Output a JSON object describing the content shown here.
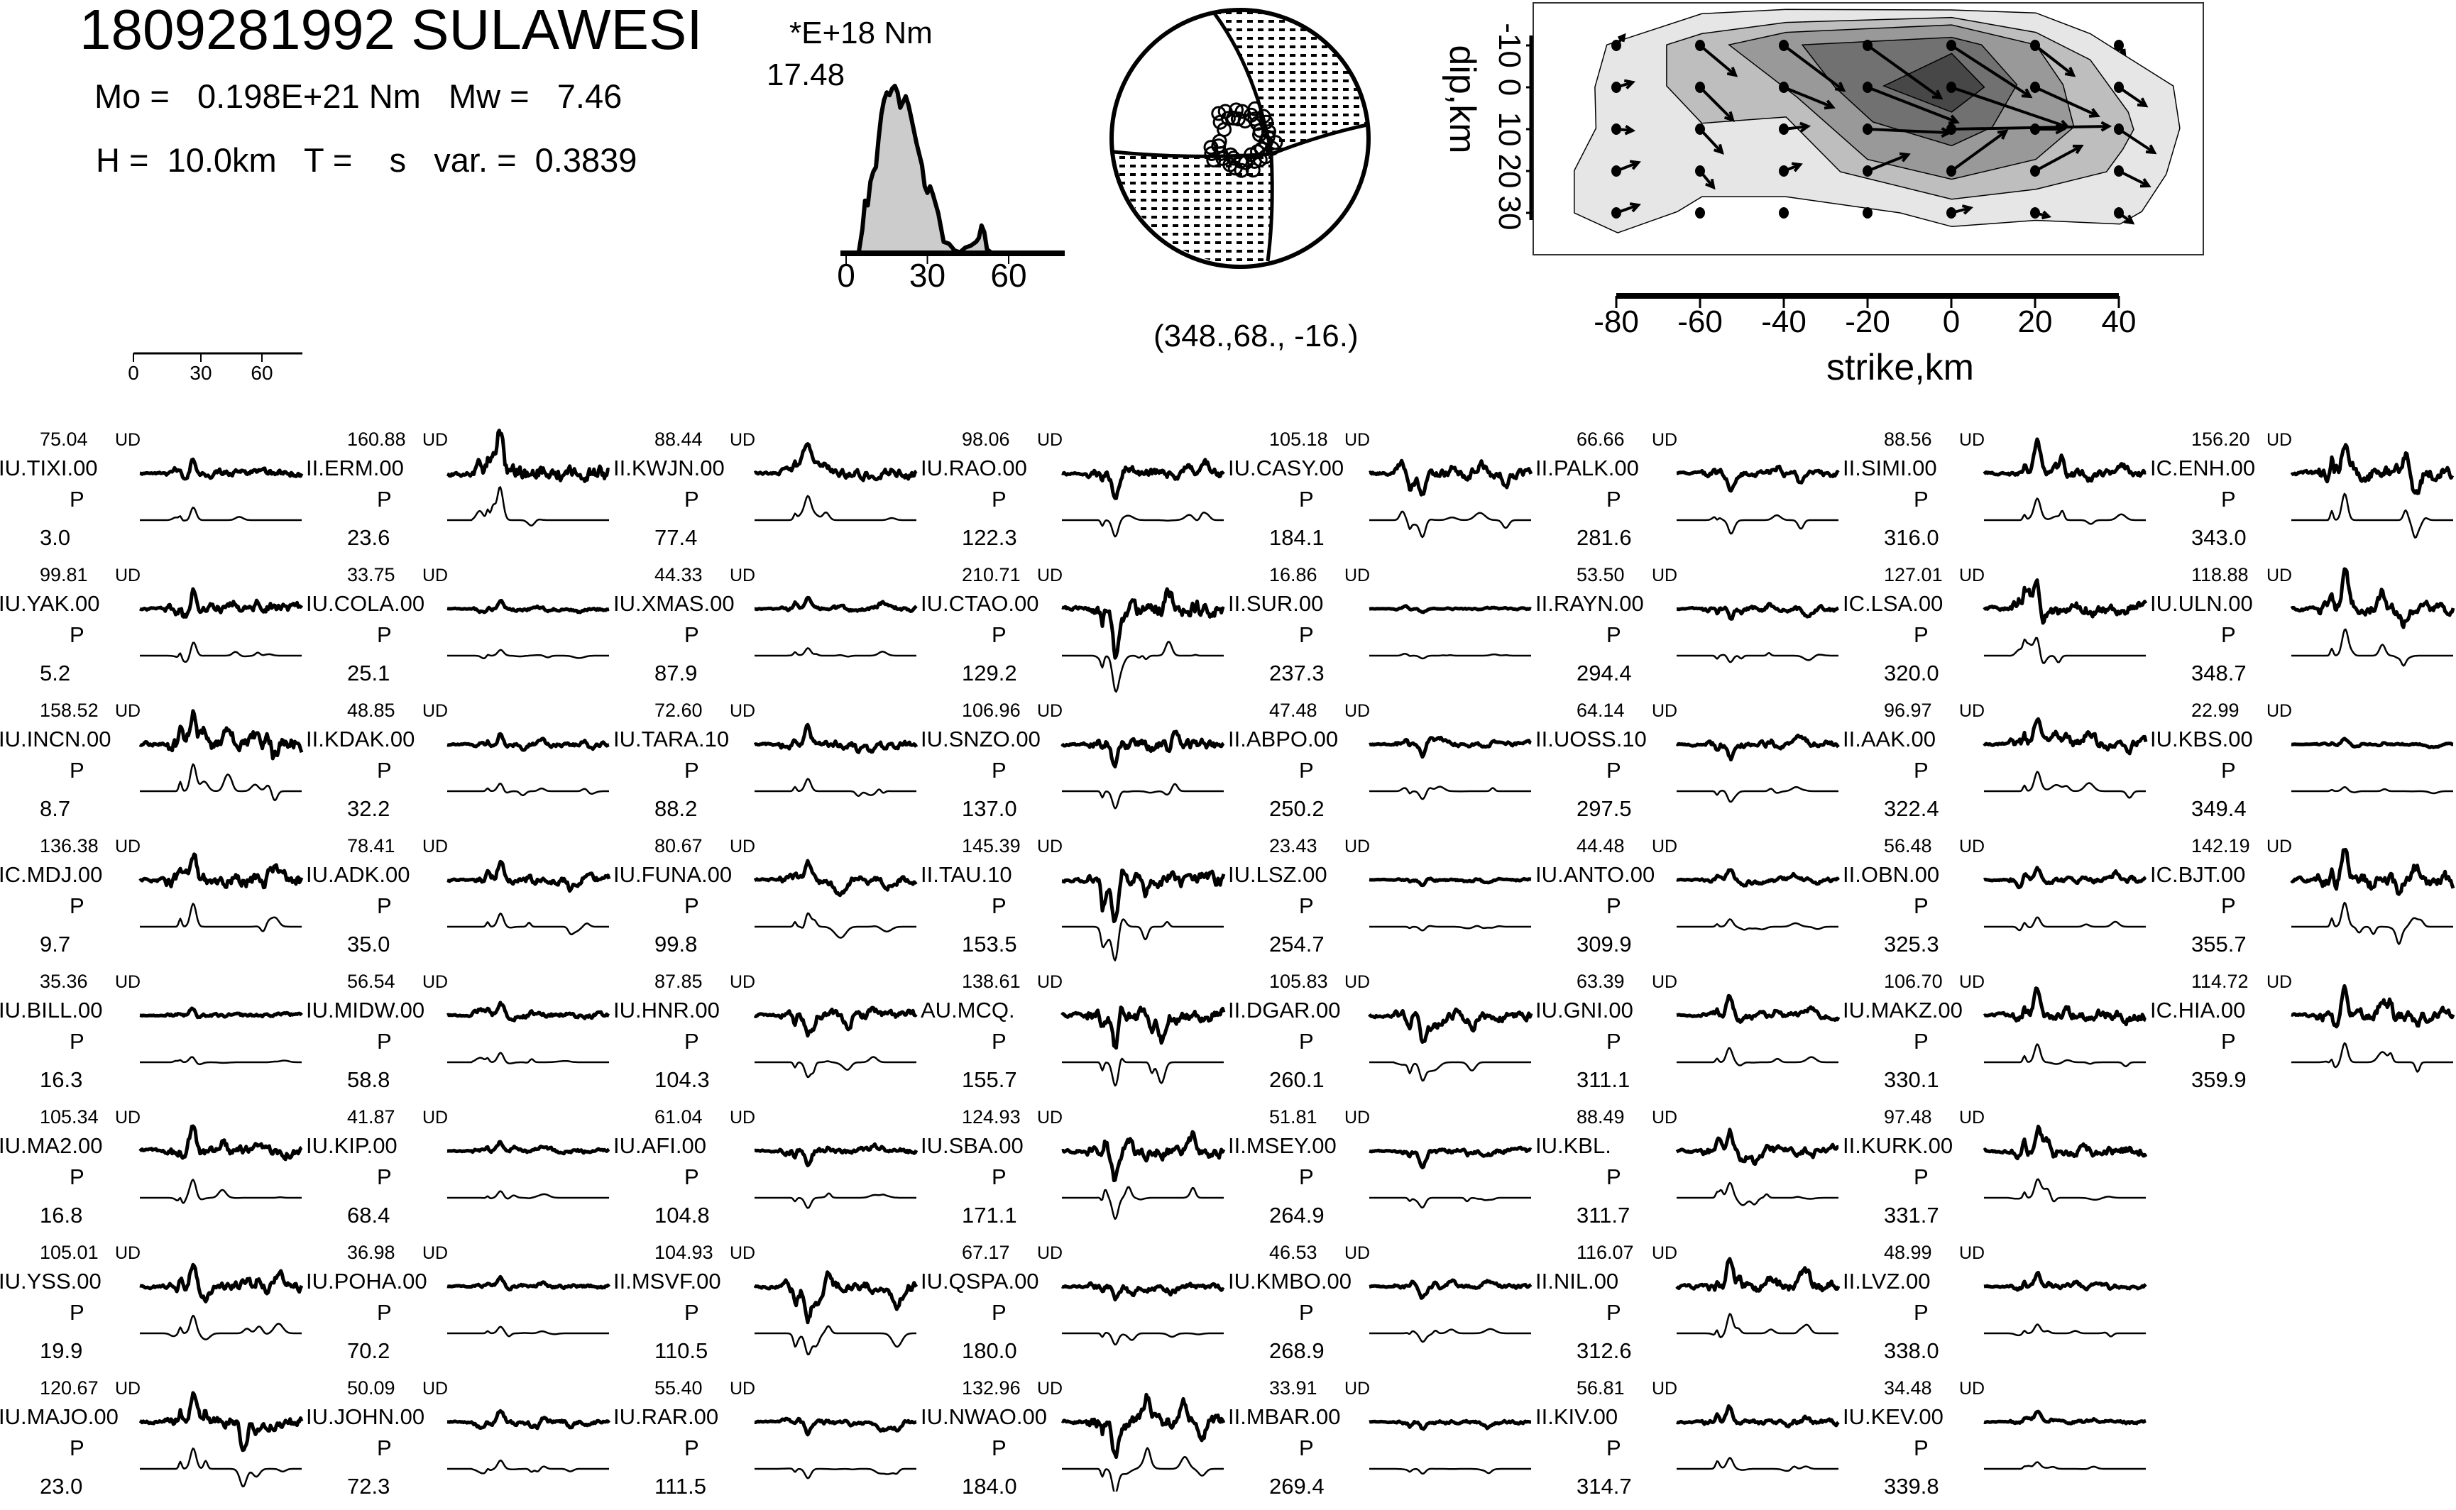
{
  "header": {
    "title": "1809281992 SULAWESI",
    "moment_line": "Mo =   0.198E+21 Nm   Mw =   7.46",
    "depth_line": "H =  10.0km   T =    s   var. =  0.3839"
  },
  "chart_data": [
    {
      "type": "area",
      "name": "source time function",
      "unit_label": "*E+18 Nm",
      "max_label": "17.48",
      "xlabel": "",
      "ylabel": "",
      "x_ticks": [
        "0",
        "30",
        "60"
      ],
      "xlim": [
        0,
        80
      ],
      "ylim": [
        0,
        17.48
      ],
      "t": [
        4.6,
        6,
        7,
        8,
        9,
        10,
        11,
        12,
        13,
        14,
        15,
        16,
        17,
        18,
        19,
        20,
        21,
        22,
        23,
        24,
        26,
        28,
        29,
        30,
        31,
        32,
        34,
        36,
        38,
        40,
        42,
        44,
        46,
        48,
        49,
        50,
        51,
        52,
        54
      ],
      "values": [
        0,
        2.5,
        5.5,
        5,
        7.5,
        8.5,
        9,
        12,
        14.5,
        16,
        16.8,
        16.5,
        17.2,
        17.48,
        16.8,
        15.2,
        15.8,
        16.4,
        15.5,
        14.2,
        11.5,
        9.2,
        7,
        6.3,
        7,
        6.2,
        4.2,
        1.2,
        1.0,
        0.3,
        0.1,
        0.6,
        0.8,
        1.2,
        1.6,
        2.9,
        2.2,
        0.4,
        0
      ],
      "fill": "#cccccc"
    },
    {
      "type": "diagram",
      "name": "focal mechanism",
      "label": "(348.,68., -16.)",
      "strike": 348,
      "dip": 68,
      "rake": -16
    },
    {
      "type": "contour",
      "name": "slip distribution",
      "xlabel": "strike,km",
      "ylabel": "dip,km",
      "x_ticks": [
        "-80",
        "-60",
        "-40",
        "-20",
        "0",
        "20",
        "40"
      ],
      "y_ticks": [
        "-10",
        "0",
        "10",
        "20",
        "30"
      ],
      "strike_nodes": [
        -80,
        -60,
        -40,
        -20,
        0,
        20,
        40
      ],
      "dip_nodes": [
        -10,
        0,
        10,
        20,
        30
      ],
      "contour_fills": [
        "#e6e6e6",
        "#bebebe",
        "#999999",
        "#717171",
        "#474747"
      ],
      "slip_vectors_strike": [
        [
          1.1,
          5.0,
          8.4,
          10.3,
          11.1,
          5.4,
          0.8
        ],
        [
          2.3,
          4.6,
          6.9,
          12.6,
          16.4,
          8.8,
          3.8
        ],
        [
          2.3,
          3.1,
          3.4,
          11.5,
          22.2,
          4.0,
          5.0
        ],
        [
          3.1,
          1.9,
          2.3,
          5.7,
          7.7,
          6.5,
          4.2
        ],
        [
          3.1,
          0,
          0,
          0,
          2.7,
          1.9,
          1.9
        ]
      ],
      "slip_vectors_dip": [
        [
          -1.4,
          4.2,
          6.3,
          7.4,
          7.2,
          4.2,
          1.2
        ],
        [
          -0.7,
          4.6,
          2.8,
          4.9,
          5.6,
          4.0,
          2.6
        ],
        [
          0.2,
          3.3,
          -0.4,
          0.5,
          -0.4,
          0,
          3.3
        ],
        [
          -1.2,
          2.3,
          -0.9,
          -2.3,
          -5.6,
          -3.5,
          2.1
        ],
        [
          -1.1,
          0,
          0,
          0,
          -0.7,
          0.5,
          1.4
        ]
      ]
    },
    {
      "type": "line",
      "name": "waveform comparison",
      "scale_ticks": [
        "0",
        "30",
        "60"
      ],
      "stations": [
        {
          "name": "IU.TIXI.00",
          "amp": "75.04",
          "comp": "UD",
          "phase": "P",
          "az": "3.0"
        },
        {
          "name": "IU.YAK.00",
          "amp": "99.81",
          "comp": "UD",
          "phase": "P",
          "az": "5.2"
        },
        {
          "name": "IU.INCN.00",
          "amp": "158.52",
          "comp": "UD",
          "phase": "P",
          "az": "8.7"
        },
        {
          "name": "IC.MDJ.00",
          "amp": "136.38",
          "comp": "UD",
          "phase": "P",
          "az": "9.7"
        },
        {
          "name": "IU.BILL.00",
          "amp": "35.36",
          "comp": "UD",
          "phase": "P",
          "az": "16.3"
        },
        {
          "name": "IU.MA2.00",
          "amp": "105.34",
          "comp": "UD",
          "phase": "P",
          "az": "16.8"
        },
        {
          "name": "IU.YSS.00",
          "amp": "105.01",
          "comp": "UD",
          "phase": "P",
          "az": "19.9"
        },
        {
          "name": "IU.MAJO.00",
          "amp": "120.67",
          "comp": "UD",
          "phase": "P",
          "az": "23.0"
        },
        {
          "name": "II.ERM.00",
          "amp": "160.88",
          "comp": "UD",
          "phase": "P",
          "az": "23.6"
        },
        {
          "name": "IU.COLA.00",
          "amp": "33.75",
          "comp": "UD",
          "phase": "P",
          "az": "25.1"
        },
        {
          "name": "II.KDAK.00",
          "amp": "48.85",
          "comp": "UD",
          "phase": "P",
          "az": "32.2"
        },
        {
          "name": "IU.ADK.00",
          "amp": "78.41",
          "comp": "UD",
          "phase": "P",
          "az": "35.0"
        },
        {
          "name": "IU.MIDW.00",
          "amp": "56.54",
          "comp": "UD",
          "phase": "P",
          "az": "58.8"
        },
        {
          "name": "IU.KIP.00",
          "amp": "41.87",
          "comp": "UD",
          "phase": "P",
          "az": "68.4"
        },
        {
          "name": "IU.POHA.00",
          "amp": "36.98",
          "comp": "UD",
          "phase": "P",
          "az": "70.2"
        },
        {
          "name": "IU.JOHN.00",
          "amp": "50.09",
          "comp": "UD",
          "phase": "P",
          "az": "72.3"
        },
        {
          "name": "II.KWJN.00",
          "amp": "88.44",
          "comp": "UD",
          "phase": "P",
          "az": "77.4"
        },
        {
          "name": "IU.XMAS.00",
          "amp": "44.33",
          "comp": "UD",
          "phase": "P",
          "az": "87.9"
        },
        {
          "name": "IU.TARA.10",
          "amp": "72.60",
          "comp": "UD",
          "phase": "P",
          "az": "88.2"
        },
        {
          "name": "IU.FUNA.00",
          "amp": "80.67",
          "comp": "UD",
          "phase": "P",
          "az": "99.8"
        },
        {
          "name": "IU.HNR.00",
          "amp": "87.85",
          "comp": "UD",
          "phase": "P",
          "az": "104.3"
        },
        {
          "name": "IU.AFI.00",
          "amp": "61.04",
          "comp": "UD",
          "phase": "P",
          "az": "104.8"
        },
        {
          "name": "II.MSVF.00",
          "amp": "104.93",
          "comp": "UD",
          "phase": "P",
          "az": "110.5"
        },
        {
          "name": "IU.RAR.00",
          "amp": "55.40",
          "comp": "UD",
          "phase": "P",
          "az": "111.5"
        },
        {
          "name": "IU.RAO.00",
          "amp": "98.06",
          "comp": "UD",
          "phase": "P",
          "az": "122.3"
        },
        {
          "name": "IU.CTAO.00",
          "amp": "210.71",
          "comp": "UD",
          "phase": "P",
          "az": "129.2"
        },
        {
          "name": "IU.SNZO.00",
          "amp": "106.96",
          "comp": "UD",
          "phase": "P",
          "az": "137.0"
        },
        {
          "name": "II.TAU.10",
          "amp": "145.39",
          "comp": "UD",
          "phase": "P",
          "az": "153.5"
        },
        {
          "name": "AU.MCQ.",
          "amp": "138.61",
          "comp": "UD",
          "phase": "P",
          "az": "155.7"
        },
        {
          "name": "IU.SBA.00",
          "amp": "124.93",
          "comp": "UD",
          "phase": "P",
          "az": "171.1"
        },
        {
          "name": "IU.QSPA.00",
          "amp": "67.17",
          "comp": "UD",
          "phase": "P",
          "az": "180.0"
        },
        {
          "name": "IU.NWAO.00",
          "amp": "132.96",
          "comp": "UD",
          "phase": "P",
          "az": "184.0"
        },
        {
          "name": "IU.CASY.00",
          "amp": "105.18",
          "comp": "UD",
          "phase": "P",
          "az": "184.1"
        },
        {
          "name": "II.SUR.00",
          "amp": "16.86",
          "comp": "UD",
          "phase": "P",
          "az": "237.3"
        },
        {
          "name": "II.ABPO.00",
          "amp": "47.48",
          "comp": "UD",
          "phase": "P",
          "az": "250.2"
        },
        {
          "name": "IU.LSZ.00",
          "amp": "23.43",
          "comp": "UD",
          "phase": "P",
          "az": "254.7"
        },
        {
          "name": "II.DGAR.00",
          "amp": "105.83",
          "comp": "UD",
          "phase": "P",
          "az": "260.1"
        },
        {
          "name": "II.MSEY.00",
          "amp": "51.81",
          "comp": "UD",
          "phase": "P",
          "az": "264.9"
        },
        {
          "name": "IU.KMBO.00",
          "amp": "46.53",
          "comp": "UD",
          "phase": "P",
          "az": "268.9"
        },
        {
          "name": "II.MBAR.00",
          "amp": "33.91",
          "comp": "UD",
          "phase": "P",
          "az": "269.4"
        },
        {
          "name": "II.PALK.00",
          "amp": "66.66",
          "comp": "UD",
          "phase": "P",
          "az": "281.6"
        },
        {
          "name": "II.RAYN.00",
          "amp": "53.50",
          "comp": "UD",
          "phase": "P",
          "az": "294.4"
        },
        {
          "name": "II.UOSS.10",
          "amp": "64.14",
          "comp": "UD",
          "phase": "P",
          "az": "297.5"
        },
        {
          "name": "IU.ANTO.00",
          "amp": "44.48",
          "comp": "UD",
          "phase": "P",
          "az": "309.9"
        },
        {
          "name": "IU.GNI.00",
          "amp": "63.39",
          "comp": "UD",
          "phase": "P",
          "az": "311.1"
        },
        {
          "name": "IU.KBL.",
          "amp": "88.49",
          "comp": "UD",
          "phase": "P",
          "az": "311.7"
        },
        {
          "name": "II.NIL.00",
          "amp": "116.07",
          "comp": "UD",
          "phase": "P",
          "az": "312.6"
        },
        {
          "name": "II.KIV.00",
          "amp": "56.81",
          "comp": "UD",
          "phase": "P",
          "az": "314.7"
        },
        {
          "name": "II.SIMI.00",
          "amp": "88.56",
          "comp": "UD",
          "phase": "P",
          "az": "316.0"
        },
        {
          "name": "IC.LSA.00",
          "amp": "127.01",
          "comp": "UD",
          "phase": "P",
          "az": "320.0"
        },
        {
          "name": "II.AAK.00",
          "amp": "96.97",
          "comp": "UD",
          "phase": "P",
          "az": "322.4"
        },
        {
          "name": "II.OBN.00",
          "amp": "56.48",
          "comp": "UD",
          "phase": "P",
          "az": "325.3"
        },
        {
          "name": "IU.MAKZ.00",
          "amp": "106.70",
          "comp": "UD",
          "phase": "P",
          "az": "330.1"
        },
        {
          "name": "II.KURK.00",
          "amp": "97.48",
          "comp": "UD",
          "phase": "P",
          "az": "331.7"
        },
        {
          "name": "II.LVZ.00",
          "amp": "48.99",
          "comp": "UD",
          "phase": "P",
          "az": "338.0"
        },
        {
          "name": "IU.KEV.00",
          "amp": "34.48",
          "comp": "UD",
          "phase": "P",
          "az": "339.8"
        },
        {
          "name": "IC.ENH.00",
          "amp": "156.20",
          "comp": "UD",
          "phase": "P",
          "az": "343.0"
        },
        {
          "name": "IU.ULN.00",
          "amp": "118.88",
          "comp": "UD",
          "phase": "P",
          "az": "348.7"
        },
        {
          "name": "IU.KBS.00",
          "amp": "22.99",
          "comp": "UD",
          "phase": "P",
          "az": "349.4"
        },
        {
          "name": "IC.BJT.00",
          "amp": "142.19",
          "comp": "UD",
          "phase": "P",
          "az": "355.7"
        },
        {
          "name": "IC.HIA.00",
          "amp": "114.72",
          "comp": "UD",
          "phase": "P",
          "az": "359.9"
        }
      ]
    }
  ]
}
